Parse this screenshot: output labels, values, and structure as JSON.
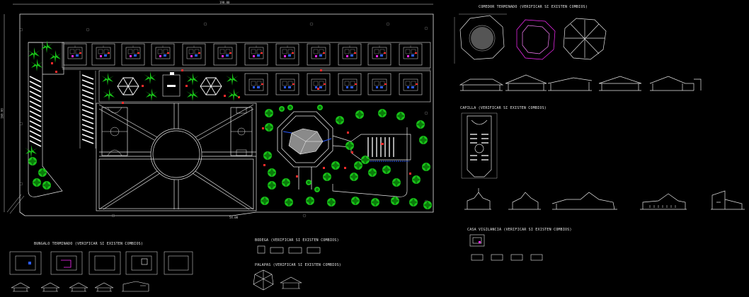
{
  "titles": {
    "comedor": "COMEDOR TERMINADO (VERIFICAR SI EXISTEN COMBIOS)",
    "capilla": "CAPILLA (VERIFICAR SI EXISTEN COMBIOS)",
    "casa_vigilancia": "CASA VIGILANCIA (VERIFICAR SI EXISTEN COMBIOS)",
    "bungalo": "BUNGALO TERMINADO (VERIFICAR SI EXISTEN COMBIOS)",
    "bodega": "BODEGA (VERIFICAR SI EXISTEN COMBIOS)",
    "palapas": "PALAPAS (VERIFICAR SI EXISTEN COMBIOS)"
  },
  "dimensions": {
    "top": "198.00",
    "left": "160.00",
    "bottom": "54.00"
  },
  "colors": {
    "line": "#e6e6e6",
    "tree": "#19c219",
    "accent": "#ff2b2b",
    "pink": "#ff2bff",
    "blue": "#2b5bff",
    "walkway": "#ffffff"
  }
}
